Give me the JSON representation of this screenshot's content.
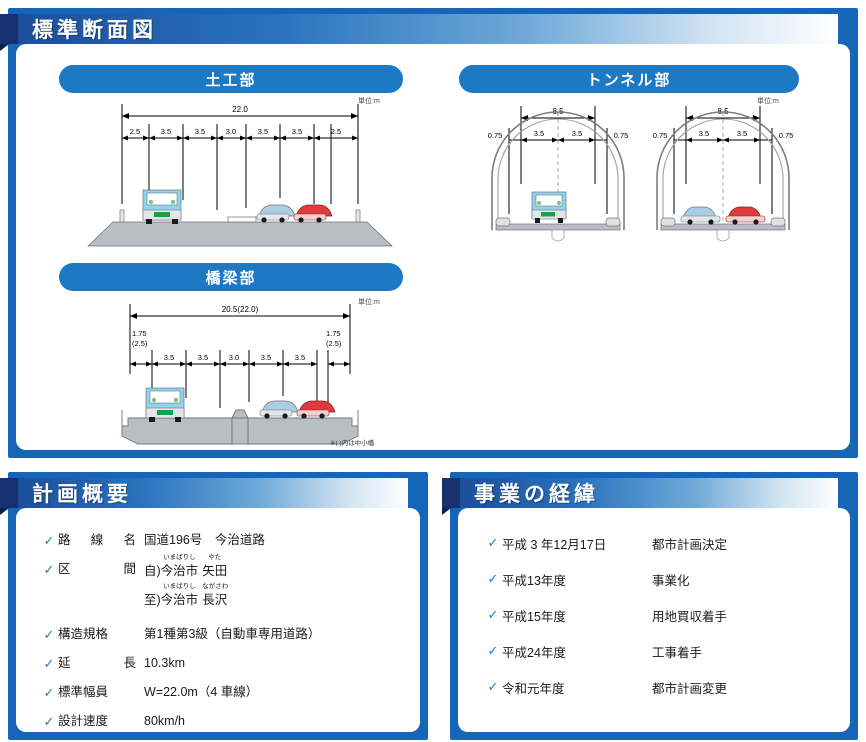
{
  "sections": {
    "cross_section": {
      "title": "標準断面図",
      "unit_label": "単位:m",
      "diagrams": [
        {
          "key": "earthwork",
          "title": "土工部",
          "total": "22.0",
          "segments": [
            "2.5",
            "3.5",
            "3.5",
            "3.0",
            "3.5",
            "3.5",
            "2.5"
          ]
        },
        {
          "key": "tunnel",
          "title": "トンネル部",
          "left": {
            "total": "8.5",
            "outer_left": "0.75",
            "outer_right": "0.75",
            "segments": [
              "3.5",
              "3.5"
            ]
          },
          "right": {
            "total": "8.5",
            "outer_left": "0.75",
            "outer_right": "0.75",
            "segments": [
              "3.5",
              "3.5"
            ]
          }
        },
        {
          "key": "bridge",
          "title": "橋梁部",
          "total": "20.5(22.0)",
          "edge_left_main": "1.75",
          "edge_left_alt": "(2.5)",
          "edge_right_main": "1.75",
          "edge_right_alt": "(2.5)",
          "segments": [
            "3.5",
            "3.5",
            "3.0",
            "3.5",
            "3.5"
          ],
          "footnote": "※( )内は中小橋"
        }
      ]
    },
    "plan_outline": {
      "title": "計画概要",
      "rows": [
        {
          "term": [
            "路",
            "線",
            "名"
          ],
          "desc_plain": "国道196号　今治道路"
        },
        {
          "term": [
            "区",
            "間"
          ],
          "desc_ruby_line1_prefix": "自)",
          "desc_ruby_line1": [
            {
              "base": "今治市",
              "ruby": "いまばりし"
            },
            {
              "base": "矢田",
              "ruby": "やた"
            }
          ],
          "desc_ruby_line2_prefix": "至)",
          "desc_ruby_line2": [
            {
              "base": "今治市",
              "ruby": "いまばりし"
            },
            {
              "base": "長沢",
              "ruby": "ながさわ"
            }
          ]
        },
        {
          "term_plain": "構造規格",
          "desc_plain": "第1種第3級（自動車専用道路）"
        },
        {
          "term": [
            "延",
            "長"
          ],
          "desc_plain": "10.3km"
        },
        {
          "term_plain": "標準幅員",
          "desc_plain": "W=22.0m（4 車線）"
        },
        {
          "term_plain": "設計速度",
          "desc_plain": "80km/h"
        }
      ]
    },
    "project_history": {
      "title": "事業の経緯",
      "rows": [
        {
          "date": "平成 3 年12月17日",
          "event": "都市計画決定"
        },
        {
          "date": "平成13年度",
          "event": "事業化"
        },
        {
          "date": "平成15年度",
          "event": "用地買収着手"
        },
        {
          "date": "平成24年度",
          "event": "工事着手"
        },
        {
          "date": "令和元年度",
          "event": "都市計画変更"
        }
      ]
    }
  },
  "colors": {
    "frame_blue": "#1565b8",
    "ribbon_navy": "#17306e",
    "pill_blue": "#1d79c4",
    "check_blue": "#1d79c4",
    "road_grey": "#b9bec4",
    "bus_blue": "#8ed4ee",
    "car_red": "#e03a3a",
    "car_blue": "#a8cde4"
  },
  "icons": {
    "check": "✓"
  }
}
